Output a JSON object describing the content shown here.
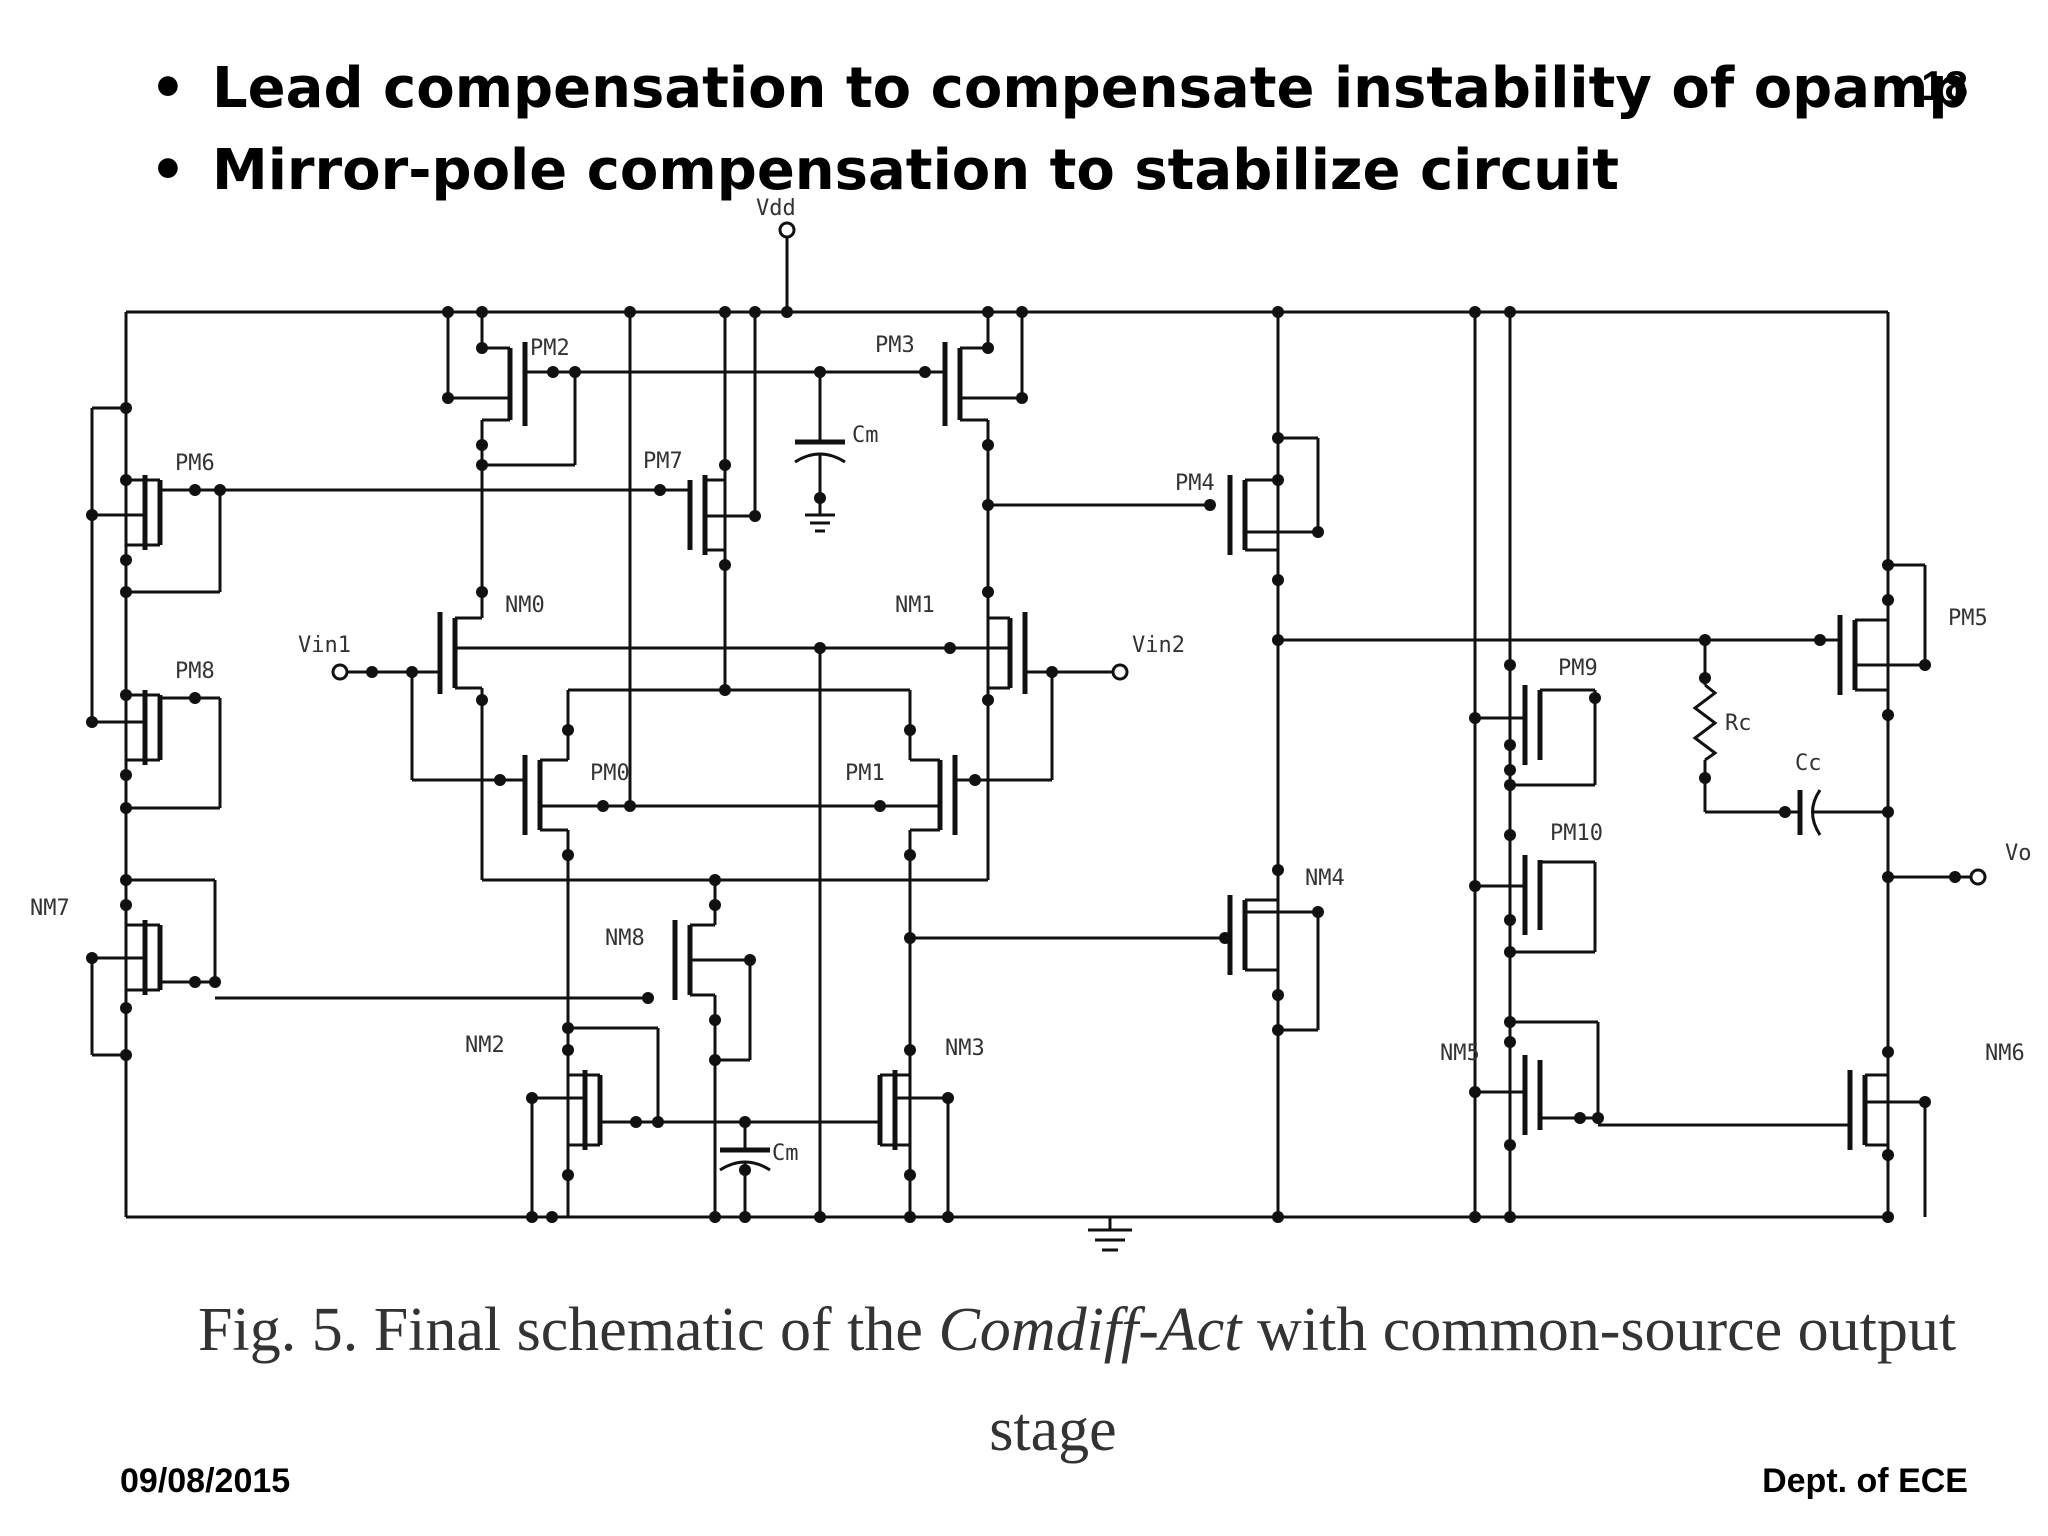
{
  "slide": {
    "bullets": [
      "Lead compensation to compensate instability of opamp",
      "Mirror-pole compensation to stabilize circuit"
    ],
    "page_number": "18",
    "caption_line1_prefix": "Fig. 5. Final schematic of the ",
    "caption_line1_italic": "Comdiff-Act",
    "caption_line1_suffix": " with common-source output",
    "caption_line2": "stage",
    "date": "09/08/2015",
    "dept": "Dept. of  ECE"
  },
  "schematic": {
    "labels": {
      "vdd": "Vdd",
      "vin1": "Vin1",
      "vin2": "Vin2",
      "vo": "Vo",
      "pm0": "PM0",
      "pm1": "PM1",
      "pm2": "PM2",
      "pm3": "PM3",
      "pm4": "PM4",
      "pm5": "PM5",
      "pm6": "PM6",
      "pm7": "PM7",
      "pm8": "PM8",
      "pm9": "PM9",
      "pm10": "PM10",
      "nm0": "NM0",
      "nm1": "NM1",
      "nm2": "NM2",
      "nm3": "NM3",
      "nm4": "NM4",
      "nm5": "NM5",
      "nm6": "NM6",
      "nm7": "NM7",
      "nm8": "NM8",
      "cm_top": "Cm",
      "cm_bottom": "Cm",
      "rc": "Rc",
      "cc": "Cc"
    }
  }
}
